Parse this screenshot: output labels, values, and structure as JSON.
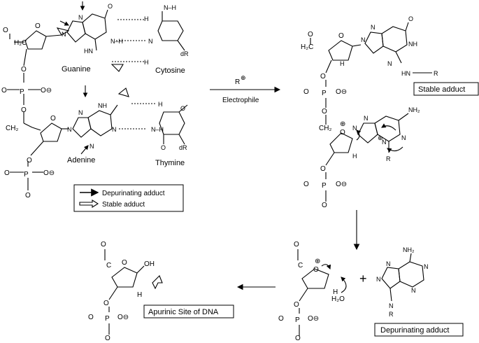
{
  "labels": {
    "guanine": "Guanine",
    "cytosine": "Cytosine",
    "adenine": "Adenine",
    "thymine": "Thymine",
    "electrophile": "Electrophile",
    "reagent": "R",
    "plus_symbol": "+"
  },
  "legend": {
    "depurinating": "Depurinating adduct",
    "stable": "Stable adduct"
  },
  "boxes": {
    "stable_adduct": "Stable adduct",
    "apurinic_site": "Apurinic Site of DNA",
    "depurinating_adduct": "Depurinating adduct"
  },
  "atoms": {
    "o": "O",
    "p": "P",
    "n": "N",
    "h": "H",
    "r": "R",
    "nh": "NH",
    "hn": "HN",
    "h2c": "H2C",
    "ch2": "CH2",
    "nh2": "NH2",
    "oh": "OH",
    "dr": "dR",
    "h2o": "H2O",
    "minus": "−",
    "plus": "+"
  },
  "colors": {
    "ink": "#000000",
    "background": "#ffffff"
  }
}
